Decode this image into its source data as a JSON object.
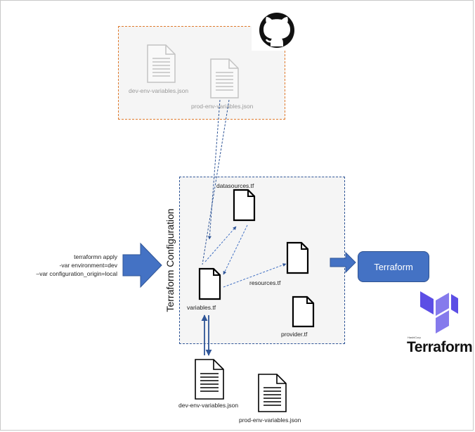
{
  "repo": {
    "files": [
      {
        "name": "dev-env-variables.json"
      },
      {
        "name": "prod-env-variables.json"
      }
    ],
    "icon": "github-icon"
  },
  "config": {
    "title": "Terraform Configuration",
    "files": {
      "datasources": "datasources.tf",
      "resources": "resources.tf",
      "variables": "variables.tf",
      "provider": "provider.tf"
    }
  },
  "command": {
    "lines": [
      "terraformn  apply",
      "-var environment=dev",
      "–var  configuration_origin=local"
    ]
  },
  "output_button": {
    "label": "Terraform"
  },
  "local_files": [
    {
      "name": "dev-env-variables.json"
    },
    {
      "name": "prod-env-variables.json"
    }
  ],
  "logo": {
    "brand": "Terraform",
    "company": "HashiCorp",
    "color": "#5c4ee5"
  },
  "colors": {
    "repo_border": "#e07a2c",
    "config_border": "#2f5597",
    "arrow_blue": "#4472c4",
    "dashed_arrow": "#4472c4"
  }
}
